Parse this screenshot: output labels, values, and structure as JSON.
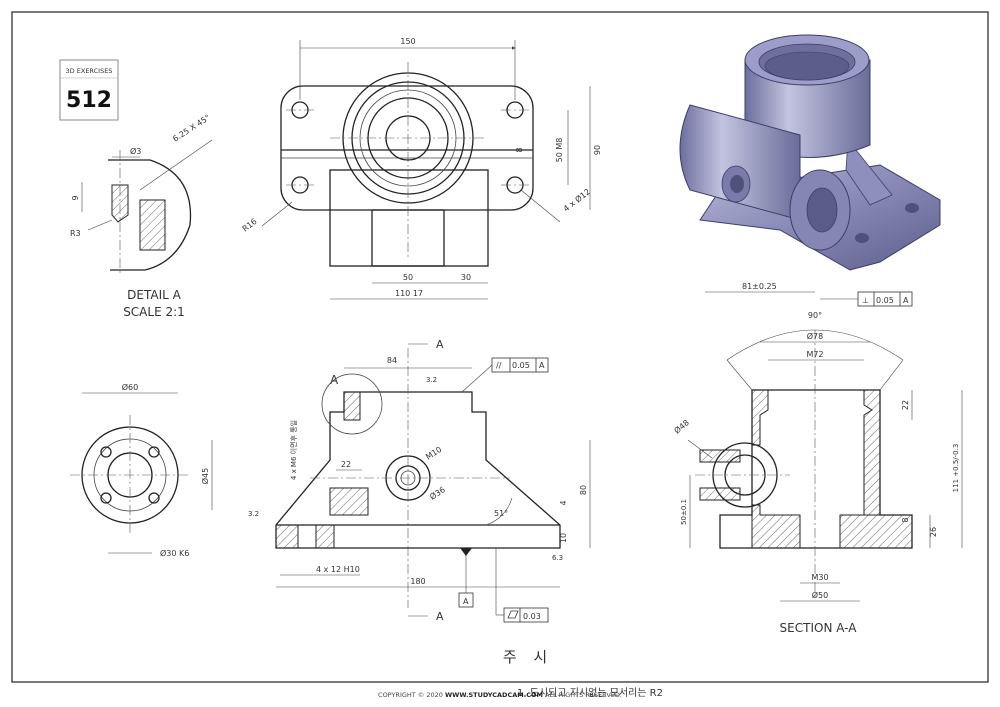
{
  "badge": {
    "title": "3D EXERCISES",
    "number": "512"
  },
  "top_view": {
    "d_150": "150",
    "d_90": "90",
    "d_50_m8": "50  M8",
    "d_8": "8",
    "d_4x12": "4 x Ø12",
    "d_r16": "R16",
    "d_50": "50",
    "d_30": "30",
    "d_110_17": "110  17"
  },
  "detail_a": {
    "d_phi3": "Ø3",
    "d_chamfer": "6.25 X 45°",
    "d_9": "9",
    "d_r3": "R3",
    "label_1": "DETAIL A",
    "label_2": "SCALE 2:1"
  },
  "side_view": {
    "d_phi60": "Ø60",
    "d_phi45": "Ø45",
    "d_phi30_k6": "Ø30 K6"
  },
  "front_view": {
    "section_mark_top": "A",
    "section_mark_bottom": "A",
    "detail_mark": "A",
    "d_84": "84",
    "tol_parallel": "//",
    "tol_parallel_val": "0.05",
    "tol_parallel_ref": "A",
    "note_m6": "4 x M6 이면후 통일",
    "d_22": "22",
    "d_m10": "M10",
    "d_phi36": "Ø36",
    "d_51": "51°",
    "d_4": "4",
    "d_80": "80",
    "d_10": "10",
    "d_4x12_h10": "4 x 12 H10",
    "d_180": "180",
    "datum": "A",
    "tol_flat_val": "0.03",
    "surf_32": "3.2",
    "surf_63": "6.3"
  },
  "section_view": {
    "d_81": "81±0.25",
    "tol_perp": "⊥",
    "tol_perp_val": "0.05",
    "tol_perp_ref": "A",
    "d_90deg": "90°",
    "d_phi78": "Ø78",
    "d_m72": "M72",
    "d_22": "22",
    "d_phi48": "Ø48",
    "d_111": "111 +0.5/-0.3",
    "d_50": "50±0.1",
    "d_8": "8",
    "d_26": "26",
    "d_m30": "M30",
    "d_phi50": "Ø50",
    "label": "SECTION A-A"
  },
  "notes": {
    "title": "주 시",
    "line_1": "1. 도시되고 지시없는 모서리는 R2"
  },
  "footer": {
    "copyright_prefix": "COPYRIGHT © 2020 ",
    "site": "WWW.STUDYCADCAM.COM",
    "suffix": " ALL RIGHTS RESERVED."
  }
}
